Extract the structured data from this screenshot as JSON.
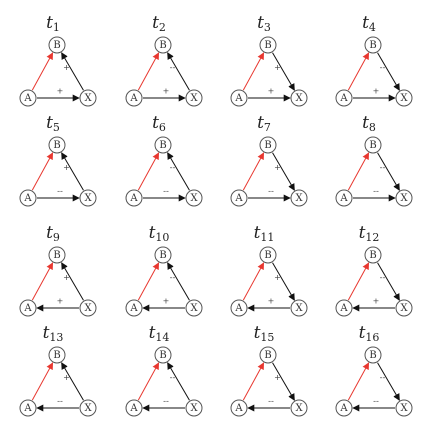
{
  "colors": {
    "red_edge": "#e8372f",
    "black_edge": "#111111"
  },
  "node_labels": {
    "a": "A",
    "b": "B",
    "x": "X"
  },
  "panels": [
    {
      "title": "t",
      "sub": "1",
      "xb_dir": "to_b",
      "xb_sign": "+",
      "ax_dir": "to_x",
      "ax_sign": "+"
    },
    {
      "title": "t",
      "sub": "2",
      "xb_dir": "to_b",
      "xb_sign": "--",
      "ax_dir": "to_x",
      "ax_sign": "+"
    },
    {
      "title": "t",
      "sub": "3",
      "xb_dir": "to_x",
      "xb_sign": "+",
      "ax_dir": "to_x",
      "ax_sign": "+"
    },
    {
      "title": "t",
      "sub": "4",
      "xb_dir": "to_x",
      "xb_sign": "--",
      "ax_dir": "to_x",
      "ax_sign": "+"
    },
    {
      "title": "t",
      "sub": "5",
      "xb_dir": "to_b",
      "xb_sign": "+",
      "ax_dir": "to_x",
      "ax_sign": "--"
    },
    {
      "title": "t",
      "sub": "6",
      "xb_dir": "to_b",
      "xb_sign": "--",
      "ax_dir": "to_x",
      "ax_sign": "--"
    },
    {
      "title": "t",
      "sub": "7",
      "xb_dir": "to_x",
      "xb_sign": "+",
      "ax_dir": "to_x",
      "ax_sign": "--"
    },
    {
      "title": "t",
      "sub": "8",
      "xb_dir": "to_x",
      "xb_sign": "--",
      "ax_dir": "to_x",
      "ax_sign": "--"
    },
    {
      "title": "t",
      "sub": "9",
      "xb_dir": "to_b",
      "xb_sign": "+",
      "ax_dir": "to_a",
      "ax_sign": "+"
    },
    {
      "title": "t",
      "sub": "10",
      "xb_dir": "to_b",
      "xb_sign": "--",
      "ax_dir": "to_a",
      "ax_sign": "+"
    },
    {
      "title": "t",
      "sub": "11",
      "xb_dir": "to_x",
      "xb_sign": "+",
      "ax_dir": "to_a",
      "ax_sign": "+"
    },
    {
      "title": "t",
      "sub": "12",
      "xb_dir": "to_x",
      "xb_sign": "--",
      "ax_dir": "to_a",
      "ax_sign": "+"
    },
    {
      "title": "t",
      "sub": "13",
      "xb_dir": "to_b",
      "xb_sign": "+",
      "ax_dir": "to_a",
      "ax_sign": "--"
    },
    {
      "title": "t",
      "sub": "14",
      "xb_dir": "to_b",
      "xb_sign": "--",
      "ax_dir": "to_a",
      "ax_sign": "--"
    },
    {
      "title": "t",
      "sub": "15",
      "xb_dir": "to_x",
      "xb_sign": "+",
      "ax_dir": "to_a",
      "ax_sign": "--"
    },
    {
      "title": "t",
      "sub": "16",
      "xb_dir": "to_x",
      "xb_sign": "--",
      "ax_dir": "to_a",
      "ax_sign": "--"
    }
  ]
}
